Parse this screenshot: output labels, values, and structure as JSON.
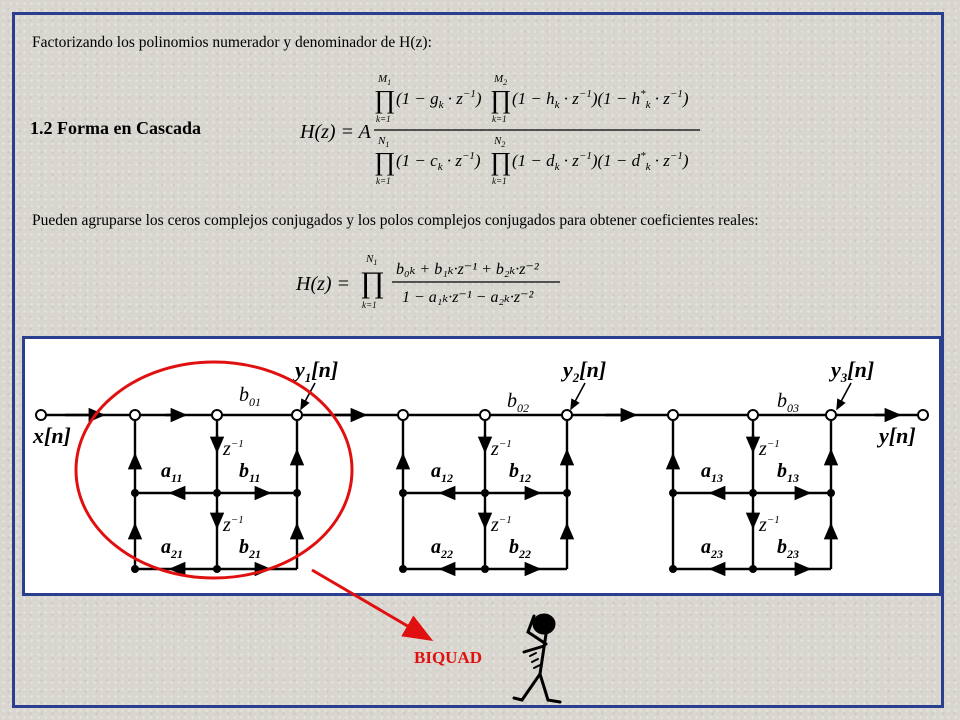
{
  "intro_text": "Factorizando los polinomios numerador y denominador de H(z):",
  "section_title": "1.2 Forma en Cascada",
  "grouping_text": "Pueden agruparse los ceros complejos conjugados y los polos complejos conjugados para obtener coeficientes reales:",
  "formula1": {
    "lhs": "H(z) = A",
    "numerator": "∏(1 − g_k·z⁻¹) ∏(1 − h_k·z⁻¹)(1 − h*_k·z⁻¹)",
    "denominator": "∏(1 − c_k·z⁻¹) ∏(1 − d_k·z⁻¹)(1 − d*_k·z⁻¹)",
    "num_limit1_top": "M",
    "num_limit1_sub": "1",
    "num_limit2_top": "M",
    "num_limit2_sub": "2",
    "den_limit1_top": "N",
    "den_limit1_sub": "1",
    "den_limit2_top": "N",
    "den_limit2_sub": "2",
    "lower_limit": "k=1"
  },
  "formula2": {
    "lhs": "H(z) =",
    "upper_limit": "N",
    "upper_limit_sub": "1",
    "lower_limit": "k=1",
    "numerator": "b₀ₖ + b₁ₖ·z⁻¹ + b₂ₖ·z⁻²",
    "denominator": "1 − a₁ₖ·z⁻¹ − a₂ₖ·z⁻²"
  },
  "diagram": {
    "input_label": "x[n]",
    "output_label": "y[n]",
    "delay_label": "z",
    "delay_exp": "−1",
    "stages": [
      {
        "output": "y",
        "output_sub": "1",
        "b0": "b",
        "b0_sub": "01",
        "b1_sub": "11",
        "b2_sub": "21",
        "a1_sub": "11",
        "a2_sub": "21"
      },
      {
        "output": "y",
        "output_sub": "2",
        "b0": "b",
        "b0_sub": "02",
        "b1_sub": "12",
        "b2_sub": "22",
        "a1_sub": "12",
        "a2_sub": "22"
      },
      {
        "output": "y",
        "output_sub": "3",
        "b0": "b",
        "b0_sub": "03",
        "b1_sub": "13",
        "b2_sub": "23",
        "a1_sub": "13",
        "a2_sub": "23"
      }
    ]
  },
  "callout_label": "BIQUAD",
  "colors": {
    "frame": "#2a3f8f",
    "highlight": "#e01010",
    "background": "#d9d6d0"
  },
  "icons": [
    "thinking-stick-figure-icon"
  ]
}
